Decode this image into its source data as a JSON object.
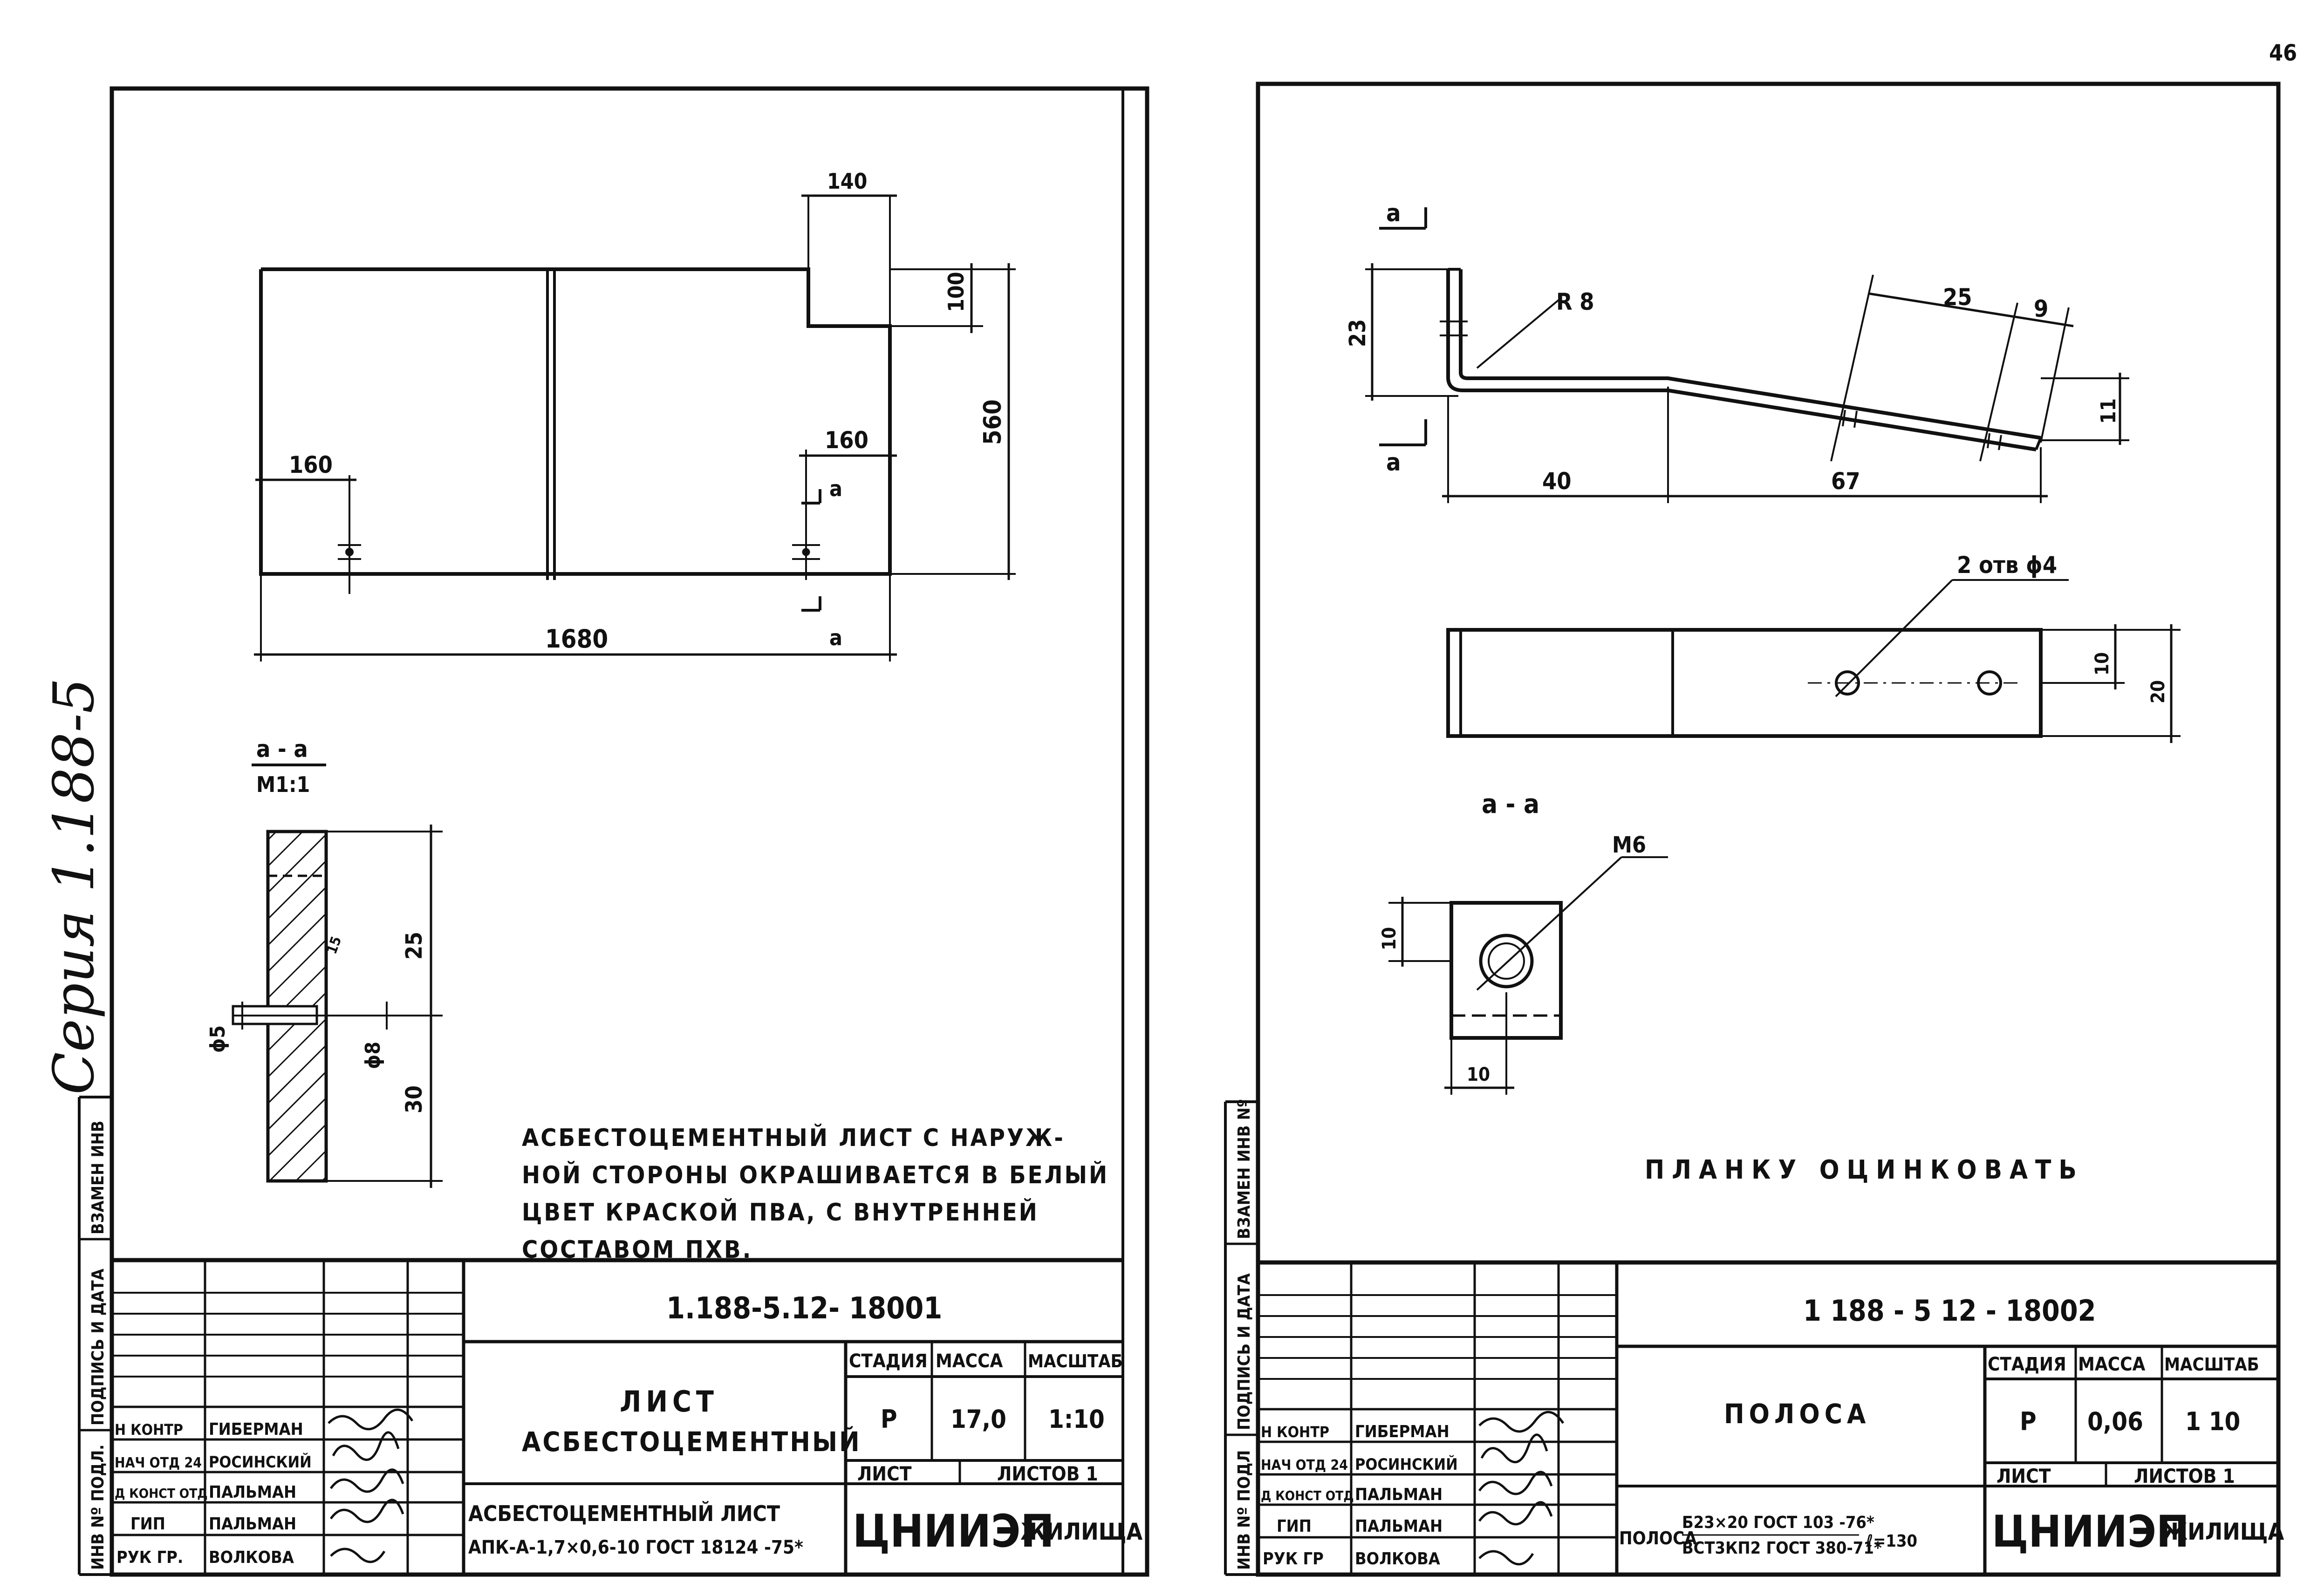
{
  "page_number": "46",
  "series_handwritten": "Серия 1.188-5",
  "left_side_stamp": [
    "ИНВ Nº ПОДЛ.",
    "ПОДПИСЬ И ДАТА",
    "ВЗАМЕН ИНВ"
  ],
  "right_side_stamp": [
    "ИНВ Nº ПОДЛ",
    "ПОДПИСЬ И ДАТА",
    "ВЗАМЕН ИНВ Nº"
  ],
  "sheet1": {
    "dims": {
      "top_140": "140",
      "v_100": "100",
      "v_560": "560",
      "left_160": "160",
      "right_160": "160",
      "total_1680": "1680",
      "sec_a_top": "a",
      "sec_a_bottom": "a",
      "s25": "25",
      "s30": "30",
      "s5": "ϕ5",
      "s8": "ϕ8",
      "s15": "15"
    },
    "section_label": "a - a",
    "section_scale": "M1:1",
    "note_lines": [
      "АСБЕСТОЦЕМЕНТНЫЙ ЛИСТ С НАРУЖ-",
      "НОЙ СТОРОНЫ ОКРАШИВАЕТСЯ В БЕЛЫЙ",
      "ЦВЕТ КРАСКОЙ ПВА, С ВНУТРЕННЕЙ",
      "СОСТАВОМ ПХВ."
    ],
    "title_block": {
      "doc_code": "1.188-5.12- 18001",
      "name_line1": "ЛИСТ",
      "name_line2": "АСБЕСТОЦЕМЕНТНЫЙ",
      "material_line1": "АСБЕСТОЦЕМЕНТНЫЙ ЛИСТ",
      "material_line2": "АПК-А-1,7×0,6-10 ГОСТ 18124 -75*",
      "hdr_stage": "СТАДИЯ",
      "hdr_mass": "МАССА",
      "hdr_scale": "МАСШТАБ",
      "stage": "Р",
      "mass": "17,0",
      "scale": "1:10",
      "sheet_label": "ЛИСТ",
      "sheets_label": "ЛИСТОВ 1",
      "org_big": "ЦНИИЭП",
      "org_small": "ЖИЛИЩА",
      "roles": [
        "Н КОНТР",
        "НАЧ ОТД 24",
        "Д КОНСТ ОТД",
        "ГИП",
        "РУК ГР."
      ],
      "names": [
        "ГИБЕРМАН",
        "РОСИНСКИЙ",
        "ПАЛЬМАН",
        "ПАЛЬМАН",
        "ВОЛКОВА"
      ],
      "signatures": [
        "Гиб",
        "Рос",
        "Пальм",
        "Пальм",
        "Волк"
      ]
    }
  },
  "sheet2": {
    "dims": {
      "a_top": "a",
      "a_bottom": "a",
      "r8": "R 8",
      "d23": "23",
      "d25": "25",
      "d9": "9",
      "d11": "11",
      "d40": "40",
      "d67": "67",
      "holes": "2 отв ϕ4",
      "d10": "10",
      "d20": "20",
      "m6": "M6",
      "sq10v": "10",
      "sq10h": "10"
    },
    "section_label": "a - a",
    "note": "ПЛАНКУ ОЦИНКОВАТЬ",
    "title_block": {
      "doc_code": "1 188 - 5 12 - 18002",
      "name": "ПОЛОСА",
      "material_prefix": "ПОЛОСА",
      "material_top": "Б23×20 ГОСТ 103 -76*",
      "material_bottom": "ВСТ3КП2 ГОСТ 380-71*",
      "material_length": "ℓ=130",
      "hdr_stage": "СТАДИЯ",
      "hdr_mass": "МАССА",
      "hdr_scale": "МАСШТАБ",
      "stage": "Р",
      "mass": "0,06",
      "scale": "1 10",
      "sheet_label": "ЛИСТ",
      "sheets_label": "ЛИСТОВ 1",
      "org_big": "ЦНИИЭП",
      "org_small": "ЖИЛИЩА",
      "roles": [
        "Н КОНТР",
        "НАЧ ОТД 24",
        "Д КОНСТ ОТД",
        "ГИП",
        "РУК ГР"
      ],
      "names": [
        "ГИБЕРМАН",
        "РОСИНСКИЙ",
        "ПАЛЬМАН",
        "ПАЛЬМАН",
        "ВОЛКОВА"
      ],
      "signatures": [
        "Гиб",
        "Рос",
        "Пальм",
        "Пальм",
        "Волк"
      ]
    }
  }
}
